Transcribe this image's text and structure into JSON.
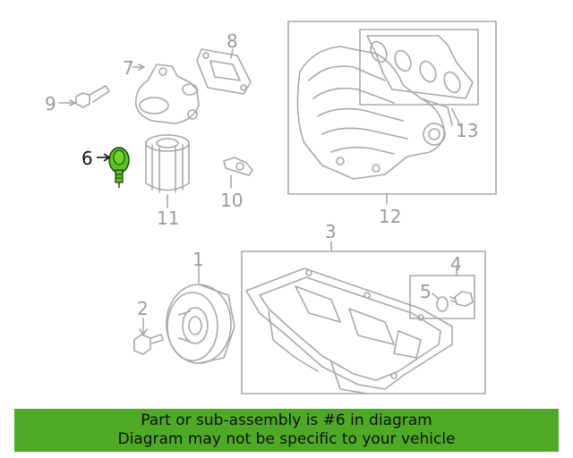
{
  "callouts": {
    "c1": "1",
    "c2": "2",
    "c3": "3",
    "c4": "4",
    "c5": "5",
    "c6": "6",
    "c7": "7",
    "c8": "8",
    "c9": "9",
    "c10": "10",
    "c11": "11",
    "c12": "12",
    "c13": "13"
  },
  "highlight": {
    "part": "6",
    "color": "#5cc21e"
  },
  "banner": {
    "line1": "Part or sub-assembly is #6 in diagram",
    "line2": "Diagram may not be specific to your vehicle",
    "color": "#4eaa24"
  }
}
